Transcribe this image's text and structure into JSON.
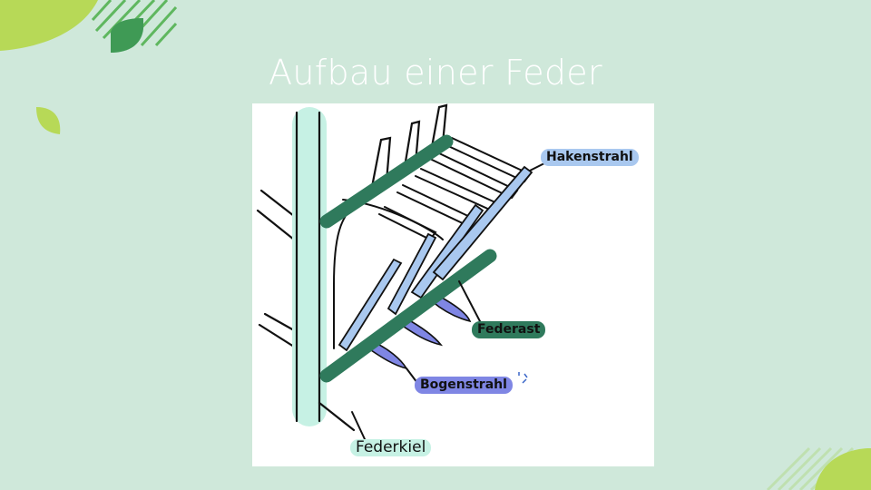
{
  "slide": {
    "title": "Aufbau einer Feder"
  },
  "diagram": {
    "labels": {
      "hakenstrahl": "Hakenstrahl",
      "federast": "Federast",
      "bogenstrahl": "Bogenstrahl",
      "federkiel": "Federkiel"
    }
  },
  "colors": {
    "background": "#cfe8da",
    "federkiel": "#c6f1e4",
    "federast": "#2f7a5c",
    "hakenstrahl": "#a9c8ef",
    "bogenstrahl": "#7f86e4",
    "accent_leaf": "#b7d957",
    "accent_dark_leaf": "#3f9a55"
  }
}
